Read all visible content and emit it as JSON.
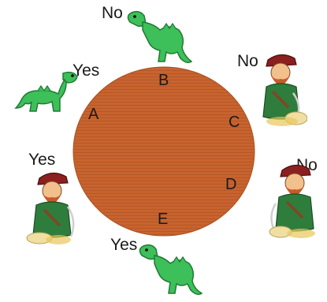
{
  "table": {
    "seats": {
      "a": "A",
      "b": "B",
      "c": "C",
      "d": "D",
      "e": "E"
    }
  },
  "characters": [
    {
      "kind": "dragon",
      "answer": "No",
      "icon": "dragon-icon"
    },
    {
      "kind": "pirate",
      "answer": "No",
      "icon": "pirate-icon"
    },
    {
      "kind": "pirate",
      "answer": "No",
      "icon": "pirate-icon"
    },
    {
      "kind": "dragon",
      "answer": "Yes",
      "icon": "dragon-icon"
    },
    {
      "kind": "pirate",
      "answer": "Yes",
      "icon": "pirate-icon"
    },
    {
      "kind": "dragon",
      "answer": "Yes",
      "icon": "dragon-icon"
    }
  ],
  "colors": {
    "table_fill": "#c8632e",
    "table_stripe": "#b5582a",
    "dragon_green": "#3dbf5a",
    "dragon_dark": "#1f7a33",
    "pirate_coat": "#2f7d3c",
    "pirate_hat": "#8c1f1f",
    "pirate_skin": "#f2c08a",
    "pirate_beard": "#c75a2a",
    "sack": "#f0dfa0"
  }
}
